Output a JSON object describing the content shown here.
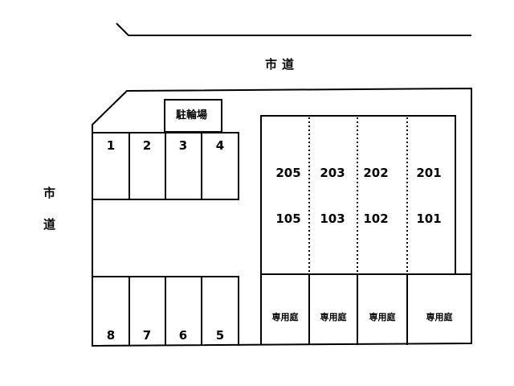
{
  "roads": {
    "top_label": "市道",
    "left_label_1": "市",
    "left_label_2": "道"
  },
  "bicycle_parking": {
    "label": "駐輪場"
  },
  "parking": {
    "top_row": [
      "1",
      "2",
      "3",
      "4"
    ],
    "bottom_row": [
      "8",
      "7",
      "6",
      "5"
    ]
  },
  "building": {
    "upper_floor": [
      "205",
      "203",
      "202",
      "201"
    ],
    "lower_floor": [
      "105",
      "103",
      "102",
      "101"
    ],
    "gardens": [
      "専用庭",
      "専用庭",
      "専用庭",
      "専用庭"
    ]
  }
}
